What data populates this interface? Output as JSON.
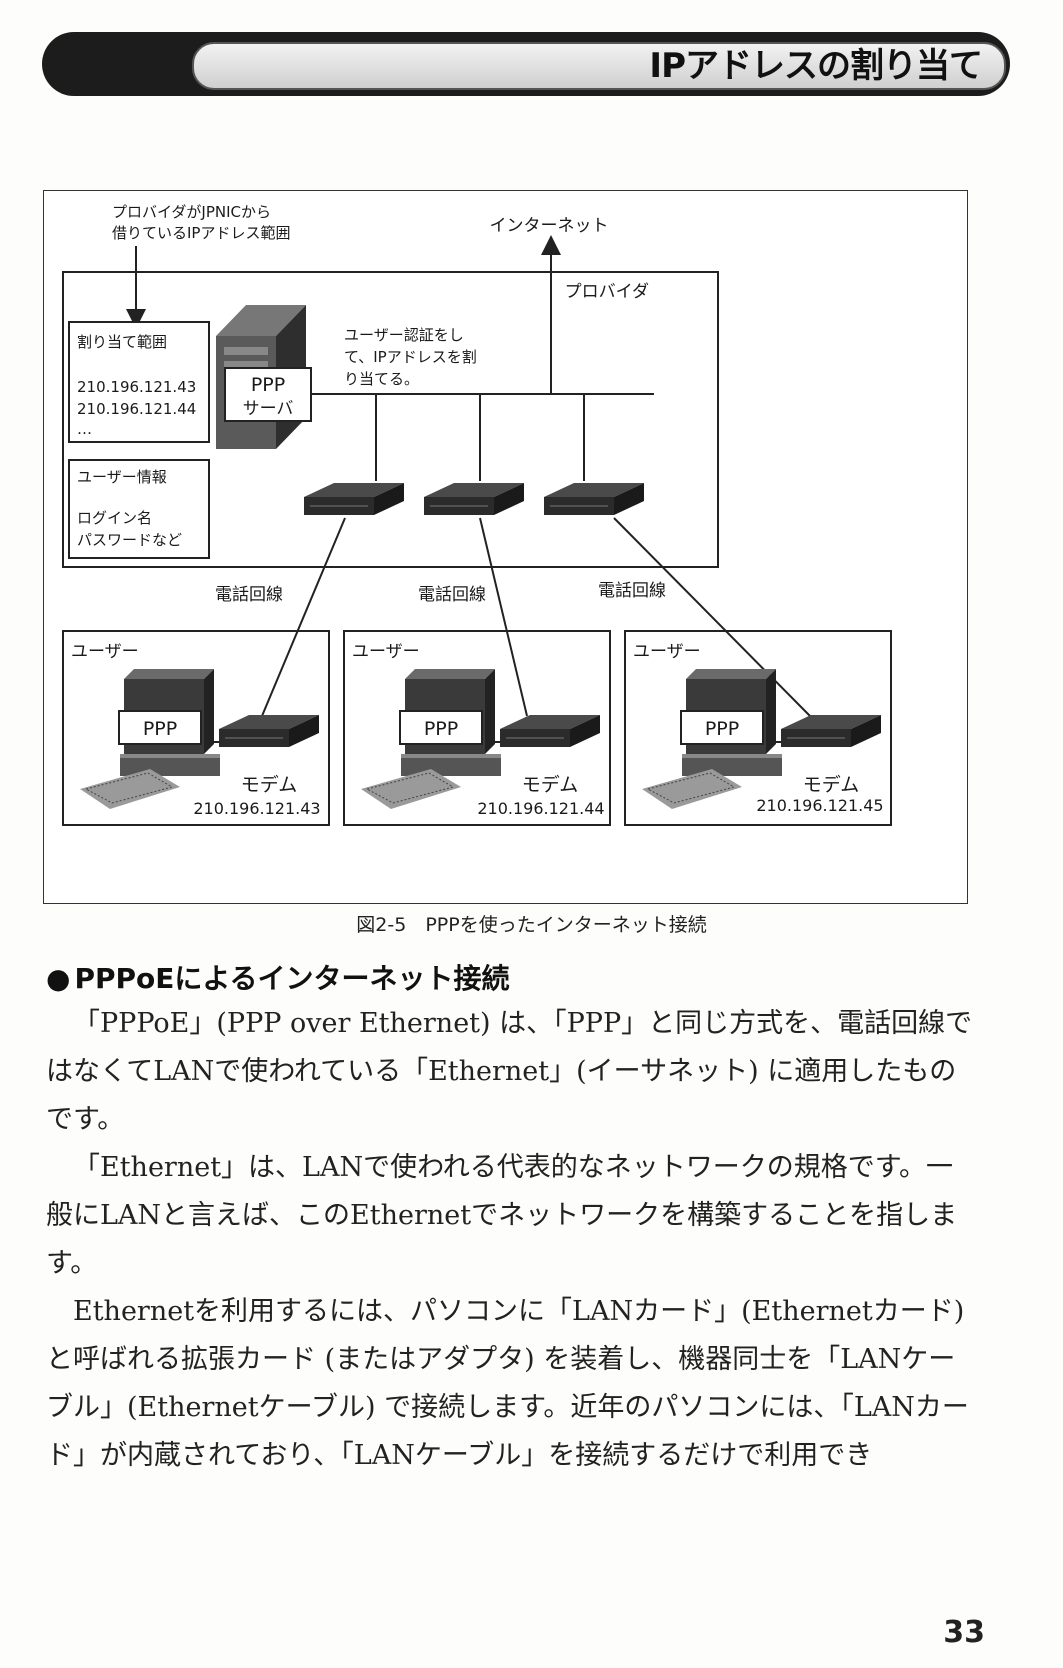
{
  "header": {
    "title": "IPアドレスの割り当て"
  },
  "figure": {
    "jpnic_note_line1": "プロバイダがJPNICから",
    "jpnic_note_line2": "借りているIPアドレス範囲",
    "internet_label": "インターネット",
    "provider_label": "プロバイダ",
    "assign_box": {
      "title": "割り当て範囲",
      "line1": "210.196.121.43",
      "line2": "210.196.121.44",
      "line3": "…"
    },
    "user_info_box": {
      "title": "ユーザー情報",
      "line1": "ログイン名",
      "line2": "パスワードなど"
    },
    "ppp_server_line1": "PPP",
    "ppp_server_line2": "サーバ",
    "auth_note_line1": "ユーザー認証をし",
    "auth_note_line2": "て、IPアドレスを割",
    "auth_note_line3": "り当てる。",
    "phone_line_label": "電話回線",
    "users": [
      {
        "title": "ユーザー",
        "ppp": "PPP",
        "modem": "モデム",
        "ip": "210.196.121.43"
      },
      {
        "title": "ユーザー",
        "ppp": "PPP",
        "modem": "モデム",
        "ip": "210.196.121.44"
      },
      {
        "title": "ユーザー",
        "ppp": "PPP",
        "modem": "モデム",
        "ip": "210.196.121.45"
      }
    ]
  },
  "caption": "図2-5　PPPを使ったインターネット接続",
  "section": {
    "bullet": "●",
    "heading": "PPPoEによるインターネット接続",
    "paragraphs": [
      "「PPPoE」(PPP over Ethernet) は、「PPP」と同じ方式を、電話回線ではなくてLANで使われている「Ethernet」(イーサネット) に適用したものです。",
      "「Ethernet」は、LANで使われる代表的なネットワークの規格です。一般にLANと言えば、このEthernetでネットワークを構築することを指します。",
      "Ethernetを利用するには、パソコンに「LANカード」(Ethernetカード) と呼ばれる拡張カード (またはアダプタ) を装着し、機器同士を「LANケーブル」(Ethernetケーブル) で接続します。近年のパソコンには、「LANカード」が内蔵されており、「LANケーブル」を接続するだけで利用でき"
    ]
  },
  "page_number": "33"
}
